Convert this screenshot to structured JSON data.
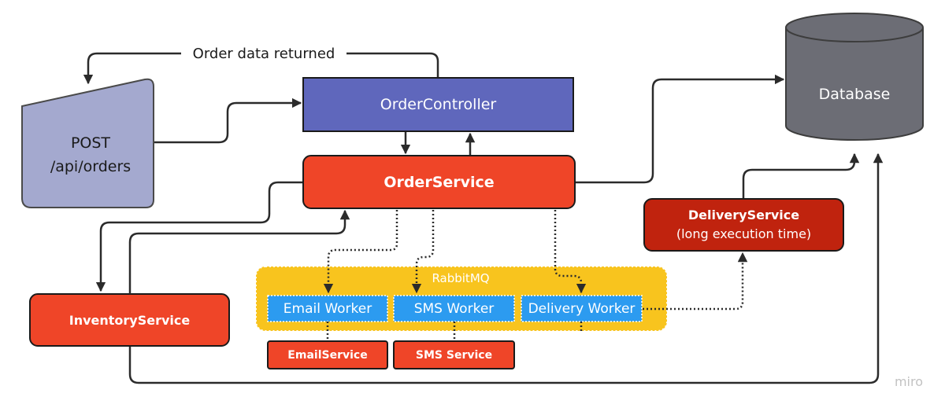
{
  "labels": {
    "order_data_returned": "Order data returned",
    "post_line1": "POST",
    "post_line2": "/api/orders",
    "order_controller": "OrderController",
    "order_service": "OrderService",
    "database": "Database",
    "delivery_service_title": "DeliveryService",
    "delivery_service_subtitle": "(long execution time)",
    "rabbitmq": "RabbitMQ",
    "email_worker": "Email Worker",
    "sms_worker": "SMS Worker",
    "delivery_worker": "Delivery Worker",
    "inventory_service": "InventoryService",
    "email_service": "EmailService",
    "sms_service": "SMS Service",
    "watermark": "miro"
  },
  "colors": {
    "controller": "#5F67BC",
    "service_red": "#EF4528",
    "delivery_dark_red": "#C0230E",
    "post_box": "#A4A9CF",
    "database": "#6C6D75",
    "rabbitmq_bg": "#F8C41E",
    "worker_blue": "#2C9BF0",
    "arrow": "#2b2b2b"
  }
}
